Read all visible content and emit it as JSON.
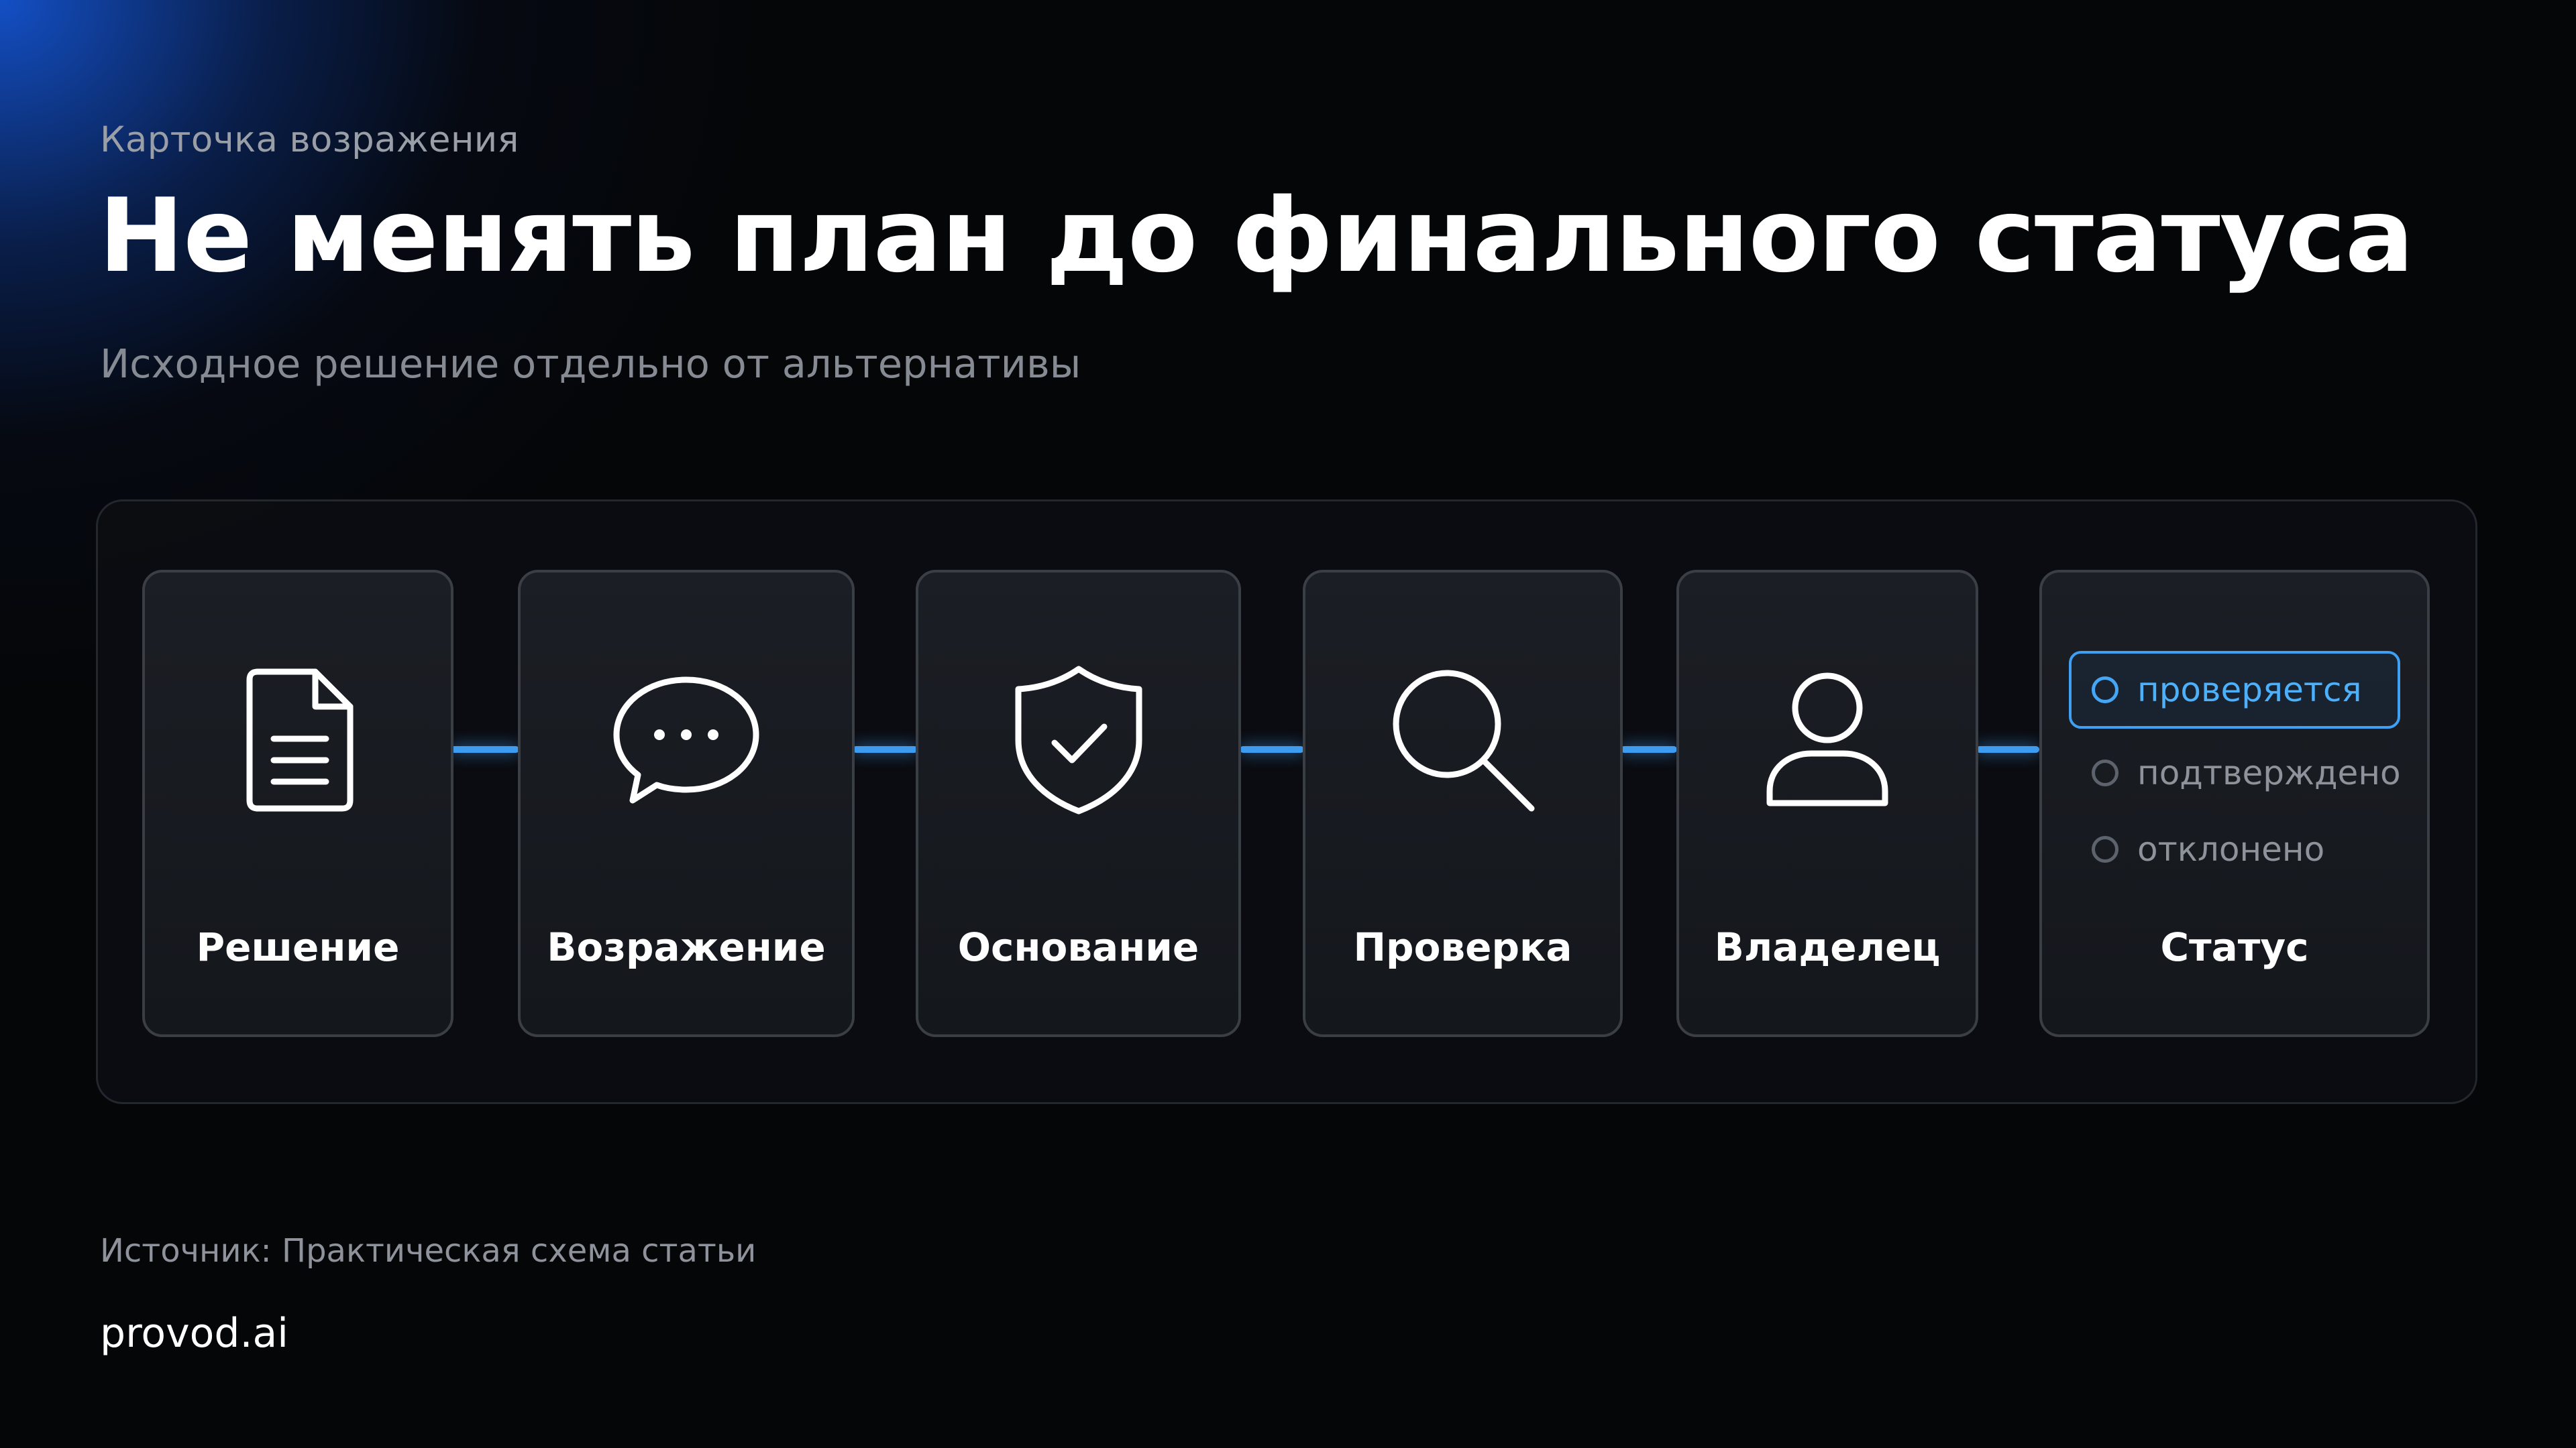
{
  "header": {
    "eyebrow": "Карточка возражения",
    "title": "Не менять план до финального статуса",
    "subtitle": "Исходное решение отдельно от альтернативы"
  },
  "flow": {
    "steps": [
      {
        "label": "Решение",
        "icon": "document-icon"
      },
      {
        "label": "Возражение",
        "icon": "chat-bubble-icon"
      },
      {
        "label": "Основание",
        "icon": "shield-check-icon"
      },
      {
        "label": "Проверка",
        "icon": "magnifier-icon"
      },
      {
        "label": "Владелец",
        "icon": "user-icon"
      },
      {
        "label": "Статус",
        "icon": ""
      }
    ],
    "status_options": [
      {
        "label": "проверяется",
        "selected": true
      },
      {
        "label": "подтверждено",
        "selected": false
      },
      {
        "label": "отклонено",
        "selected": false
      }
    ]
  },
  "footer": {
    "source": "Источник: Практическая схема статьи",
    "brand": "provod.ai"
  },
  "colors": {
    "accent": "#3d9bf0",
    "background": "#050608",
    "card_border": "#3a3e45",
    "muted_text": "#8e939b"
  }
}
